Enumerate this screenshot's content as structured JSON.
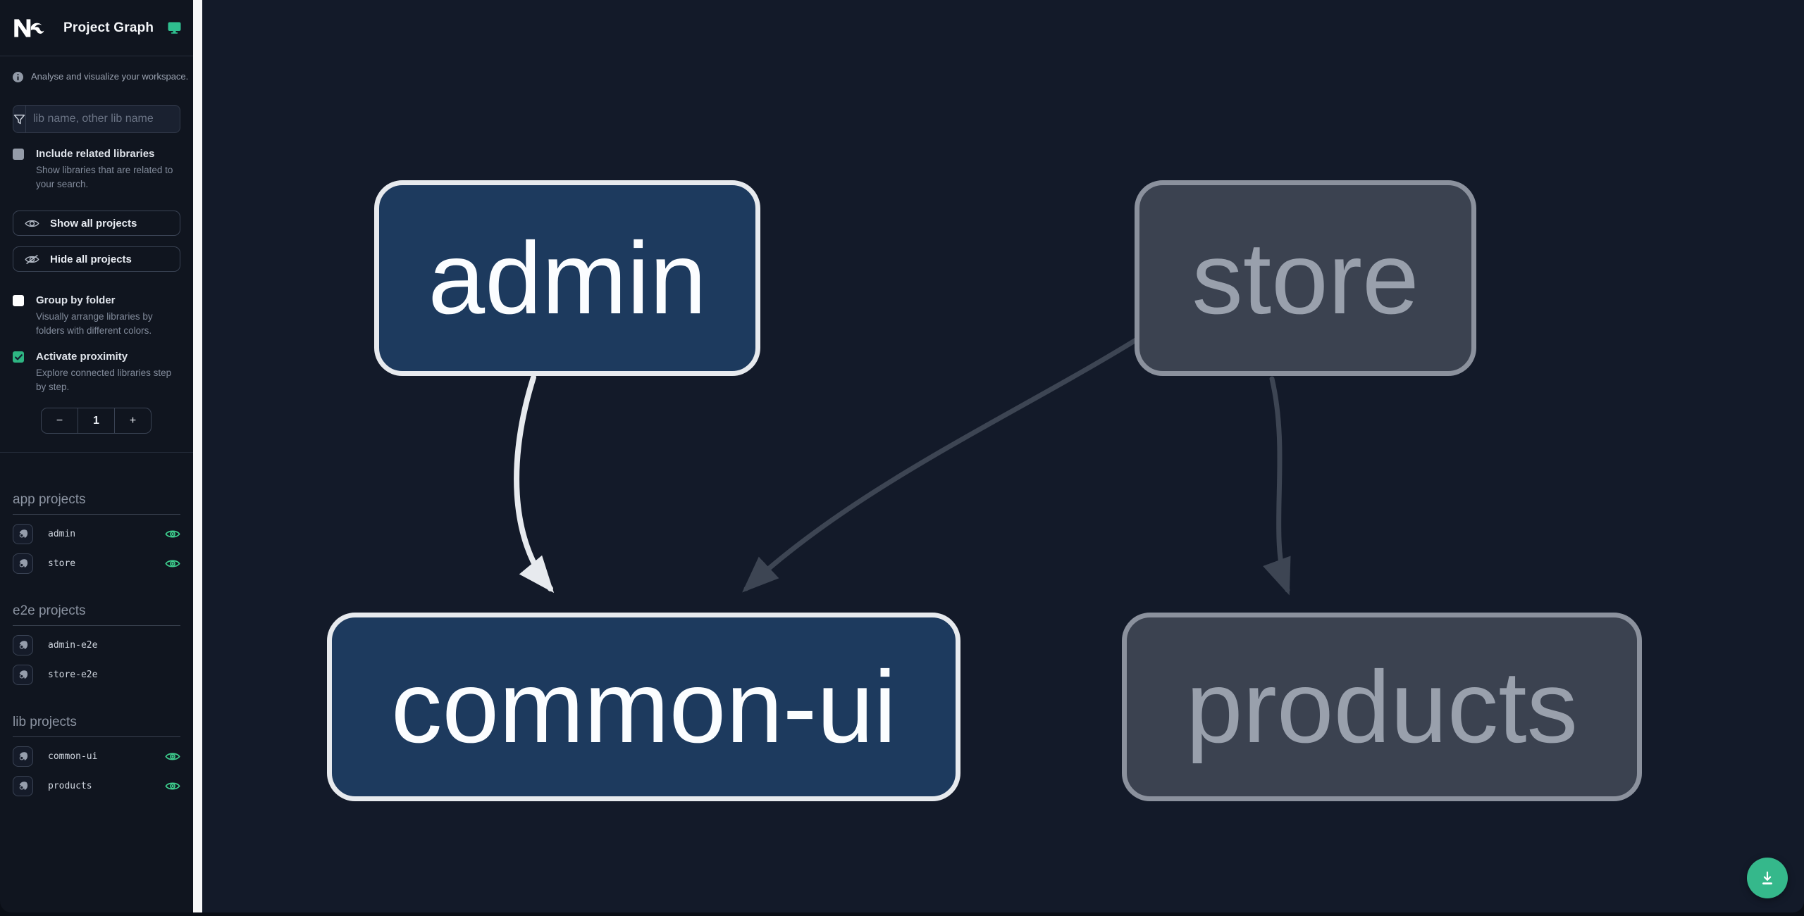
{
  "header": {
    "title": "Project Graph",
    "logo": "nx-logo",
    "display_icon": "monitor-icon"
  },
  "sidebar": {
    "tagline": "Analyse and visualize your workspace.",
    "search": {
      "placeholder": "lib name, other lib name"
    },
    "checkboxes": [
      {
        "label": "Include related libraries",
        "description": "Show libraries that are related to your search.",
        "checked": false
      },
      {
        "label": "Group by folder",
        "description": "Visually arrange libraries by folders with different colors.",
        "checked": false
      },
      {
        "label": "Activate proximity",
        "description": "Explore connected libraries step by step.",
        "checked": true
      }
    ],
    "buttons": [
      {
        "label": "Show all projects",
        "icon": "eye-icon"
      },
      {
        "label": "Hide all projects",
        "icon": "eye-off-icon"
      }
    ],
    "stepper": {
      "decrement": "−",
      "value": "1",
      "increment": "+"
    },
    "sections": [
      {
        "title": "app projects",
        "items": [
          {
            "name": "admin",
            "eye_visible": true
          },
          {
            "name": "store",
            "eye_visible": true
          }
        ]
      },
      {
        "title": "e2e projects",
        "items": [
          {
            "name": "admin-e2e",
            "eye_visible": false
          },
          {
            "name": "store-e2e",
            "eye_visible": false
          }
        ]
      },
      {
        "title": "lib projects",
        "items": [
          {
            "name": "common-ui",
            "eye_visible": true
          },
          {
            "name": "products",
            "eye_visible": true
          }
        ]
      }
    ]
  },
  "graph": {
    "nodes": [
      {
        "id": "admin",
        "label": "admin",
        "state": "focused"
      },
      {
        "id": "store",
        "label": "store",
        "state": "dimmed"
      },
      {
        "id": "common-ui",
        "label": "common-ui",
        "state": "focused"
      },
      {
        "id": "products",
        "label": "products",
        "state": "dimmed"
      }
    ],
    "edges": [
      {
        "from": "admin",
        "to": "common-ui",
        "style": "highlighted"
      },
      {
        "from": "store",
        "to": "common-ui",
        "style": "dimmed"
      },
      {
        "from": "store",
        "to": "products",
        "style": "dimmed"
      }
    ]
  },
  "fab": {
    "icon": "download-icon"
  },
  "colors": {
    "accent_teal": "#2fbf8f",
    "eye_green": "#3ecf8e",
    "fab_green": "#35b88b",
    "node_focused_bg": "#1d3a5e",
    "node_focused_border": "#e7eaee",
    "node_dimmed_bg": "#3b4250",
    "node_dimmed_border": "#8b919d",
    "edge_highlight": "#e7eaee",
    "edge_dimmed": "#3d4553",
    "canvas_bg": "#131a29",
    "sidebar_bg": "#10151f"
  }
}
